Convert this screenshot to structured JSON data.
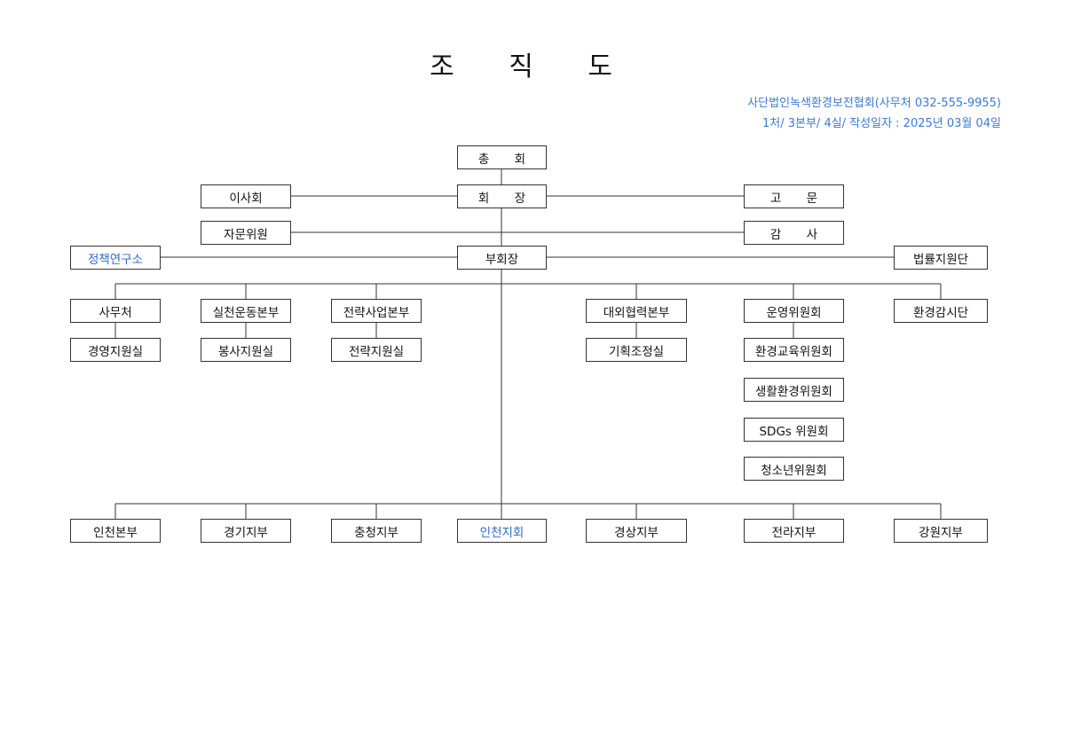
{
  "title": "조 직 도",
  "header": {
    "org_line": "사단법인녹색환경보전협회(사무처 032-555-9955)",
    "summary_line": "1처/ 3본부/ 4실/ 작성일자 : 2025년 03월 04일"
  },
  "colors": {
    "accent_text": "#2e6cc7",
    "line": "#333333"
  },
  "top": {
    "general_assembly": "총 회",
    "chairman": "회 장",
    "board": "이사회",
    "advisory_board": "자문위원",
    "advisor": "고 문",
    "auditor": "감 사",
    "vice_chairman": "부회장",
    "policy_institute": "정책연구소",
    "legal_support": "법률지원단"
  },
  "departments": {
    "secretariat": "사무처",
    "secretariat_sub": "경영지원실",
    "practice_hq": "실천운동본부",
    "practice_hq_sub": "봉사지원실",
    "strategy_hq": "전략사업본부",
    "strategy_hq_sub": "전략지원실",
    "external_hq": "대외협력본부",
    "external_hq_sub": "기획조정실",
    "operation_committee": "운영위원회",
    "committees": [
      "환경교육위원회",
      "생활환경위원회",
      "SDGs 위원회",
      "청소년위원회"
    ],
    "env_monitoring": "환경감시단"
  },
  "branches": [
    "인천본부",
    "경기지부",
    "충청지부",
    "인천지회",
    "경상지부",
    "전라지부",
    "강원지부"
  ]
}
